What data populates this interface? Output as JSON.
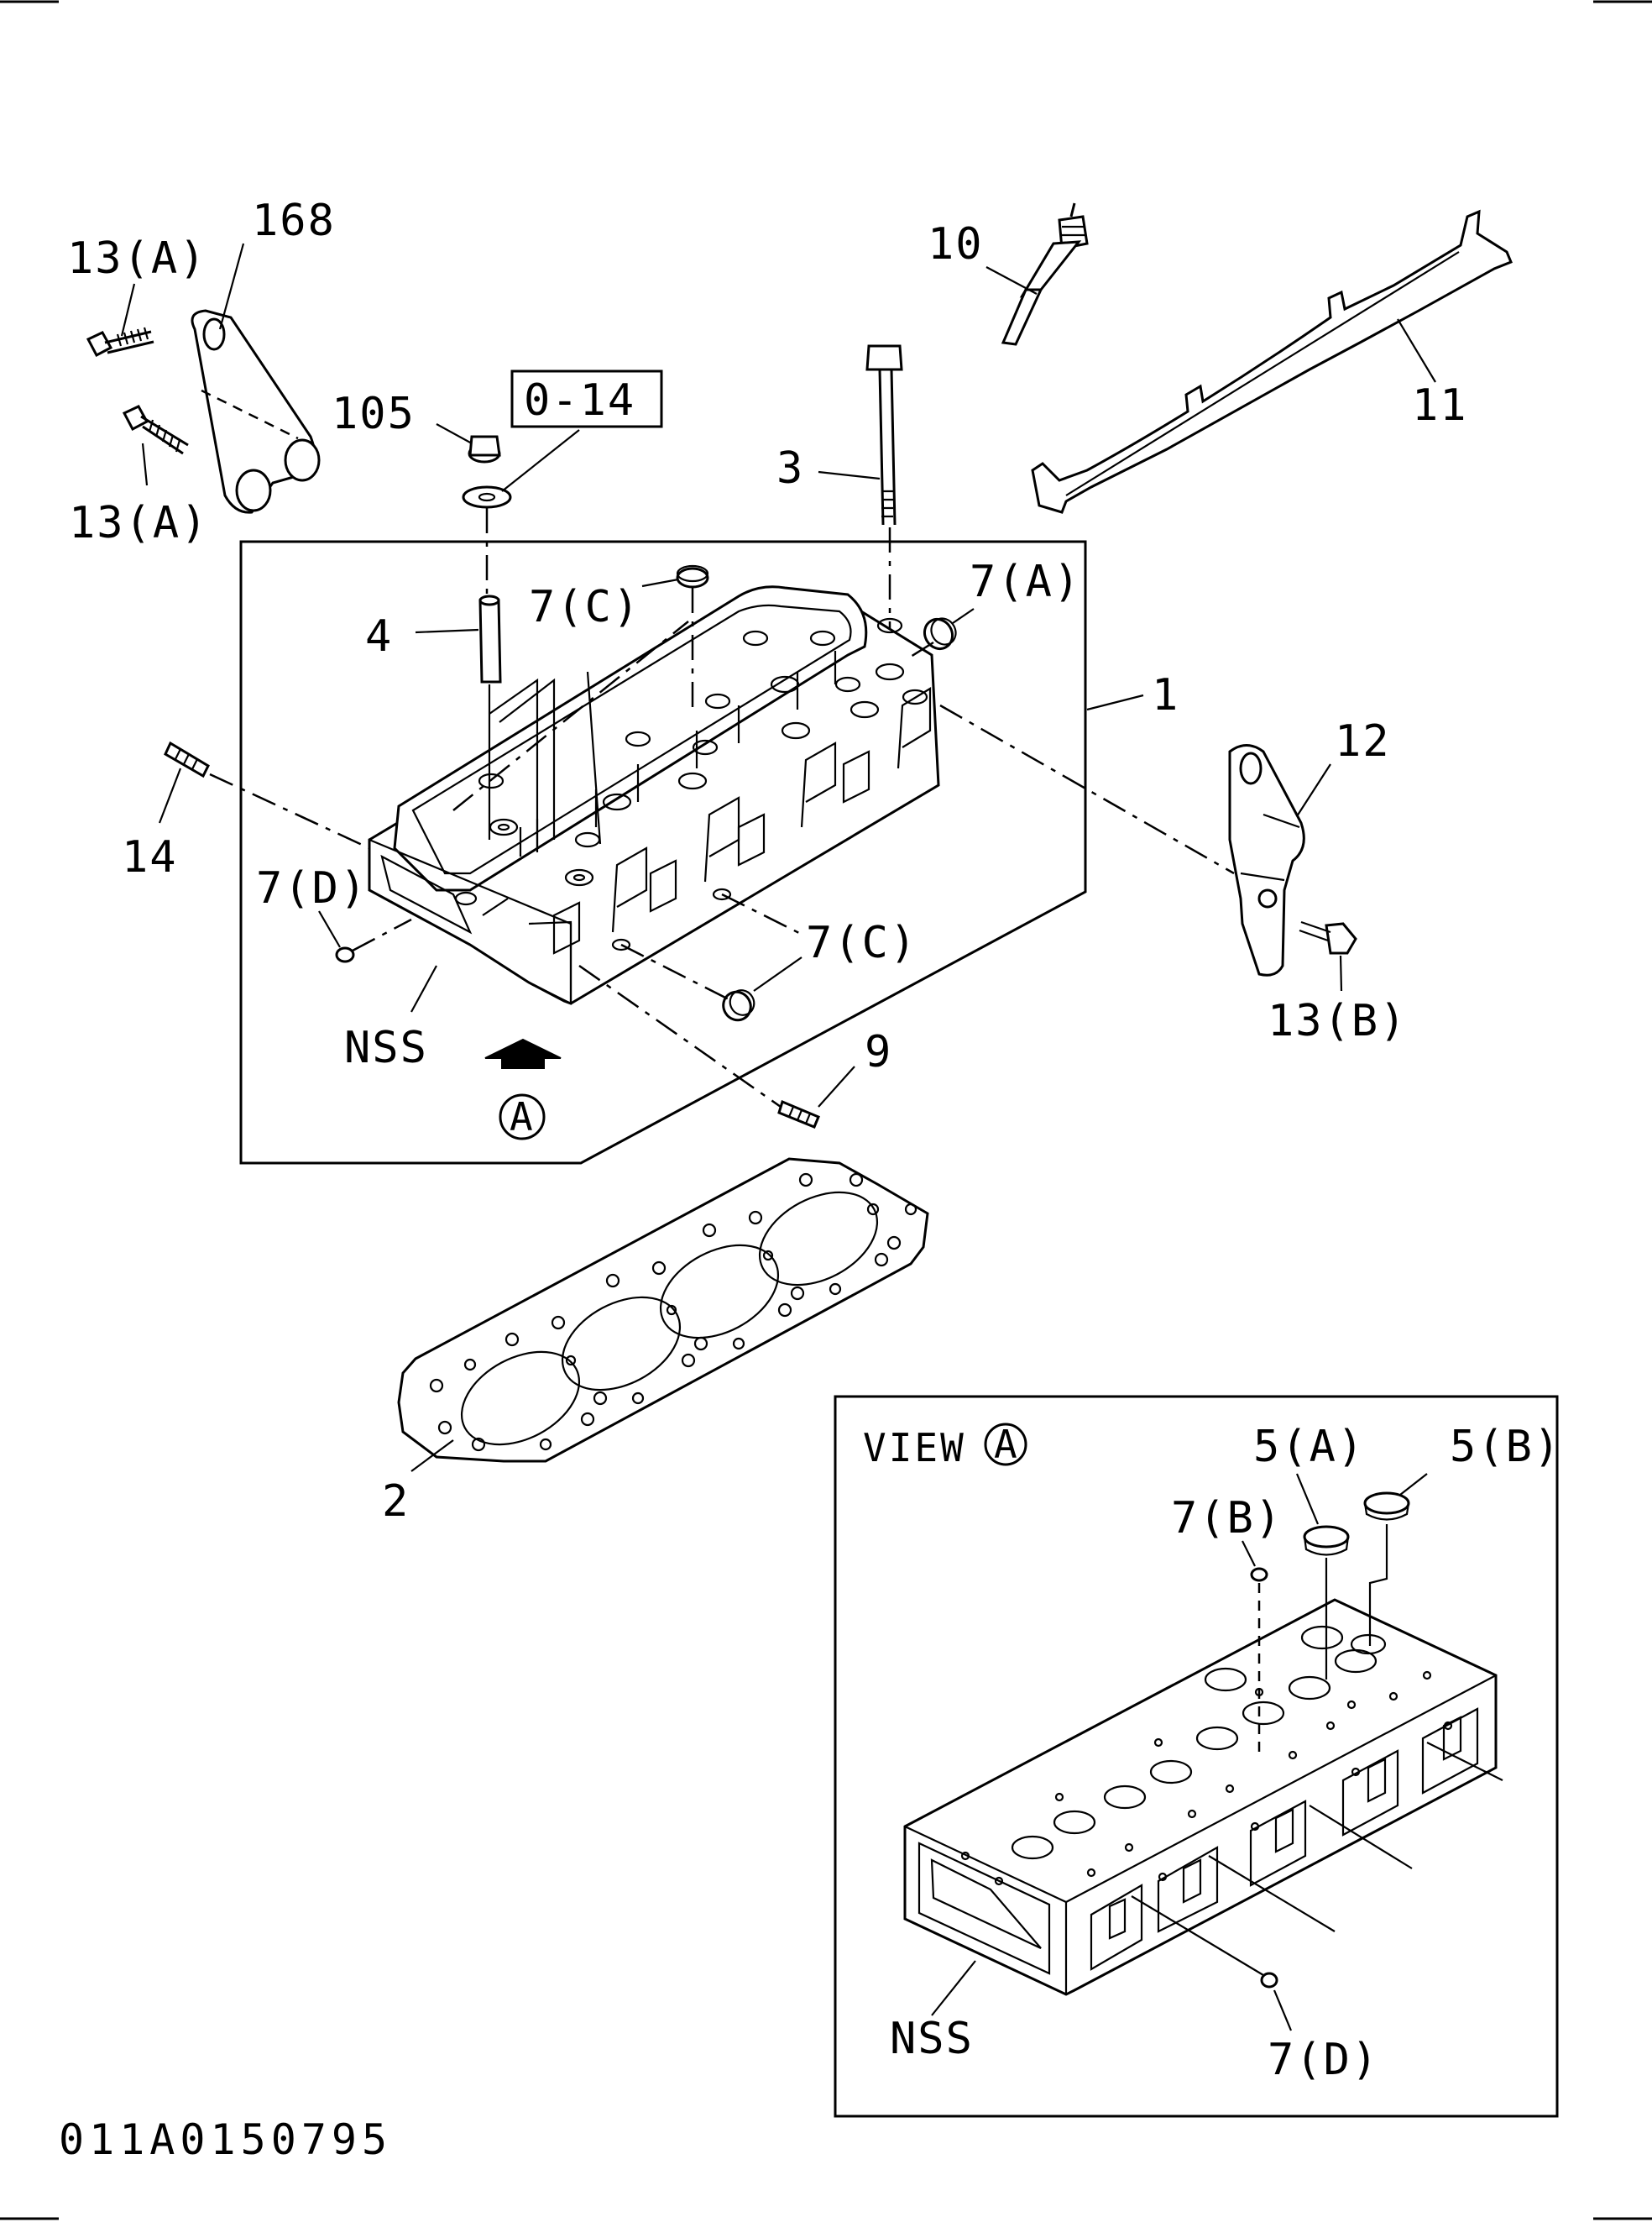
{
  "labels": {
    "p168": "168",
    "p13a_top": "13(A)",
    "p13a_bottom": "13(A)",
    "p105": "105",
    "ref_box": "0-14",
    "p3": "3",
    "p10": "10",
    "p11": "11",
    "p4": "4",
    "p7c_top": "7(C)",
    "p7a": "7(A)",
    "p1": "1",
    "p12": "12",
    "p14": "14",
    "p7d": "7(D)",
    "p7c_mid": "7(C)",
    "p13b": "13(B)",
    "nss": "NSS",
    "p9": "9",
    "view_marker": "A",
    "p2": "2",
    "view_title": "VIEW",
    "view_letter": "A",
    "p5a": "5(A)",
    "p5b": "5(B)",
    "p7b": "7(B)",
    "nss_view": "NSS",
    "p7d_view": "7(D)"
  },
  "footer": {
    "code": "011A0150795"
  }
}
